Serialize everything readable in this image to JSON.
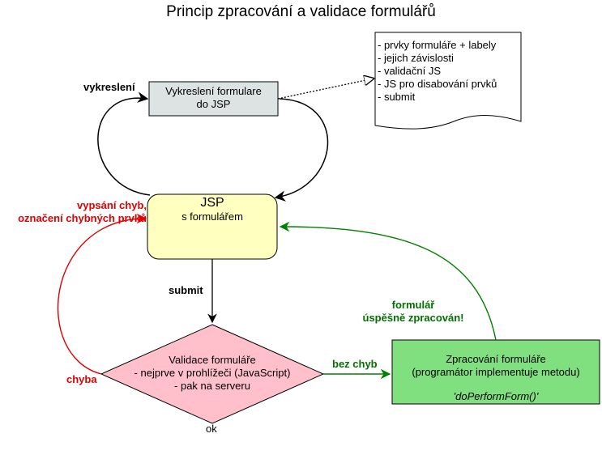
{
  "title": "Princip zpracování a validace formulářů",
  "colors": {
    "render_box_fill": "#dde3e3",
    "jsp_fill": "#ffffc0",
    "validation_fill": "#ffc0cb",
    "process_fill": "#80e080",
    "error_red": "#e00000",
    "success_green": "#007000"
  },
  "render_box": {
    "line1": "Vykreslení formulare",
    "line2": "do JSP"
  },
  "jsp_box": {
    "title": "JSP",
    "subtitle": "s formulářem"
  },
  "validation_box": {
    "line1": "Validace formuláře",
    "line2": "- nejprve v prohlížeči (JavaScript)",
    "line3": "- pak na serveru"
  },
  "process_box": {
    "line1": "Zpracování formuláře",
    "line2": "(programátor implementuje metodu)",
    "method": "'doPerformForm()'"
  },
  "note": {
    "items": [
      "- prvky formuláře + labely",
      "- jejich závislosti",
      "- validační JS",
      "- JS pro disabování prvků",
      "- submit"
    ]
  },
  "labels": {
    "vykresleni": "vykreslení",
    "errors_line1": "vypsání chyb,",
    "errors_line2": "označení chybných prvků",
    "submit": "submit",
    "chyba": "chyba",
    "bez_chyb": "bez chyb",
    "success_line1": "formulář",
    "success_line2": "úspěšně zpracován!",
    "ok": "ok"
  }
}
